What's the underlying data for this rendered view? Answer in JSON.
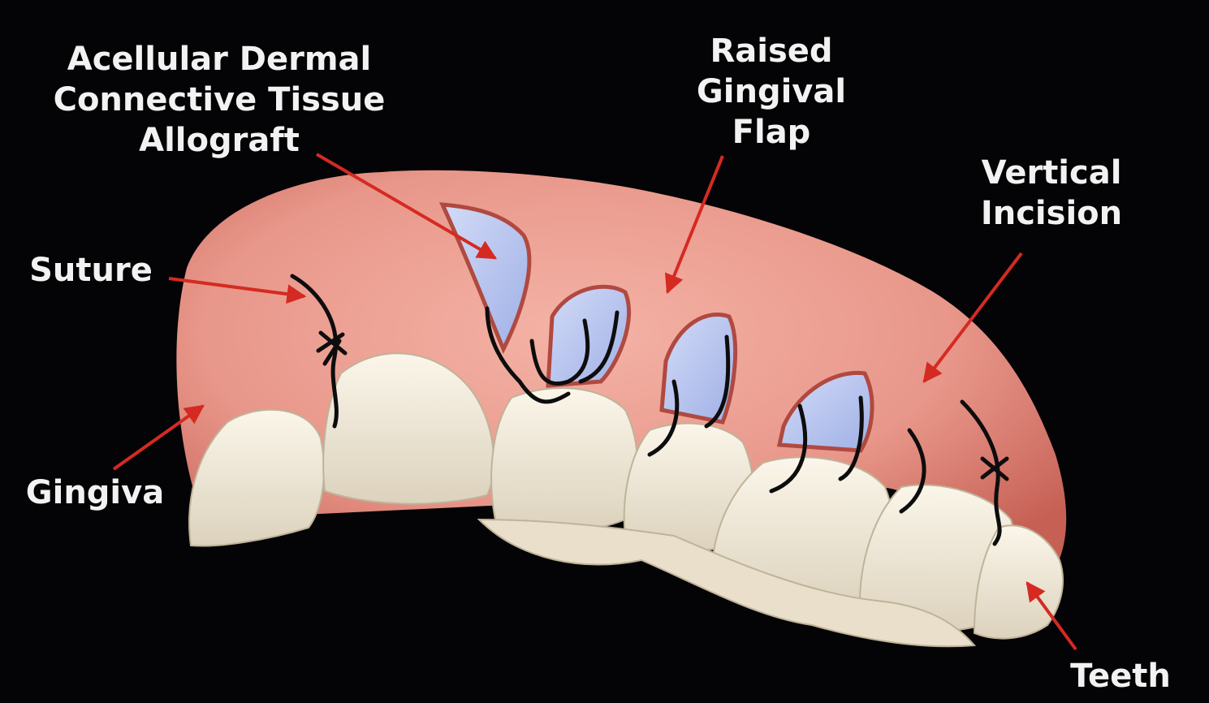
{
  "labels": {
    "allograft": [
      "Acellular Dermal",
      "Connective Tissue",
      "Allograft"
    ],
    "flap": [
      "Raised",
      "Gingival",
      "Flap"
    ],
    "incision": [
      "Vertical",
      "Incision"
    ],
    "suture": "Suture",
    "gingiva": "Gingiva",
    "teeth": "Teeth"
  },
  "colors": {
    "background": "#040406",
    "gingiva": "#e89a8c",
    "gingiva_dark": "#c65f54",
    "graft": "#b8c4f0",
    "tooth": "#f3ead8",
    "arrow": "#d42a22",
    "suture": "#0d0d0d",
    "label": "#f2f2f2"
  }
}
